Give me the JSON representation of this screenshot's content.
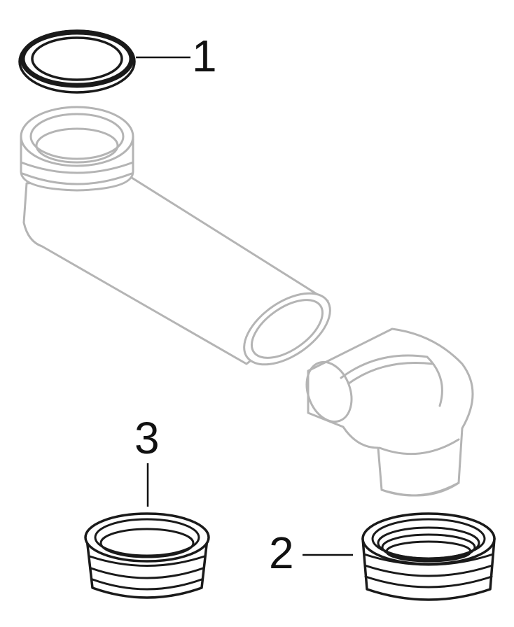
{
  "diagram": {
    "callouts": [
      {
        "id": "seal-ring",
        "label": "1"
      },
      {
        "id": "adapter-large",
        "label": "2"
      },
      {
        "id": "adapter-small",
        "label": "3"
      }
    ],
    "colors": {
      "highlighted_part": "#1a1a1a",
      "context_part": "#b4b4b4",
      "background": "#ffffff"
    }
  }
}
